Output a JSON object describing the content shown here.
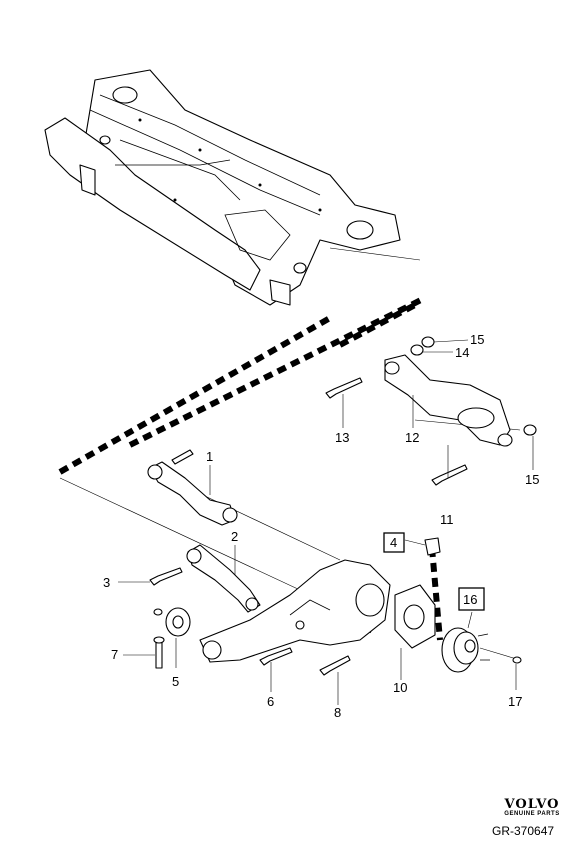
{
  "callouts": {
    "c1": "1",
    "c2": "2",
    "c3": "3",
    "c4": "4",
    "c5": "5",
    "c6": "6",
    "c7": "7",
    "c8": "8",
    "c10": "10",
    "c11": "11",
    "c12": "12",
    "c13": "13",
    "c14": "14",
    "c15a": "15",
    "c15b": "15",
    "c16": "16",
    "c17": "17"
  },
  "brand": {
    "name": "VOLVO",
    "tagline": "GENUINE PARTS"
  },
  "figure_code": "GR-370647"
}
